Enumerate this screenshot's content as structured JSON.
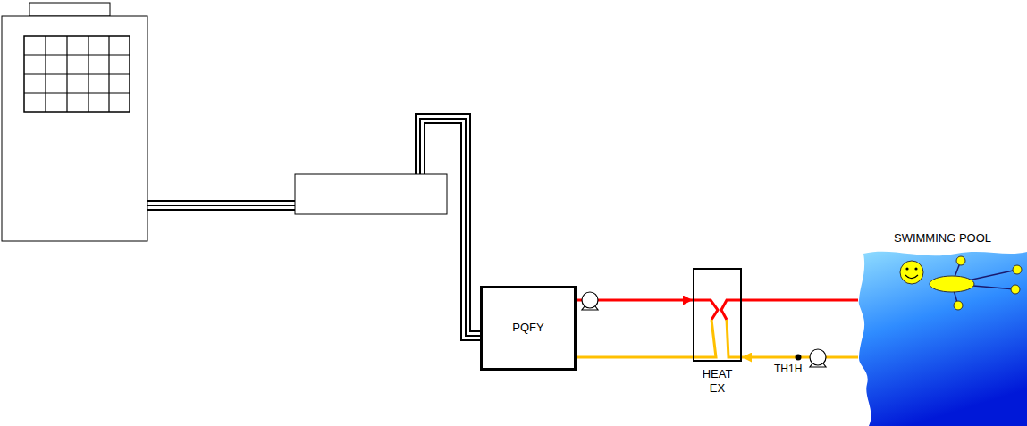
{
  "diagram": {
    "nodes": [
      {
        "text": [
          "PQFY"
        ]
      },
      {
        "text": [
          "HEAT EX"
        ]
      },
      {
        "text": [
          "SWIMMING POOL"
        ]
      }
    ],
    "edges": [
      {
        "from": 0,
        "to": 1,
        "arrow": "to"
      },
      {
        "from": 1,
        "to": 0,
        "arrow": "none"
      },
      {
        "from": 1,
        "to": 2,
        "arrow": "none"
      },
      {
        "from": 2,
        "to": 1,
        "arrow": "to"
      }
    ],
    "labels": [
      "TH1H"
    ]
  }
}
